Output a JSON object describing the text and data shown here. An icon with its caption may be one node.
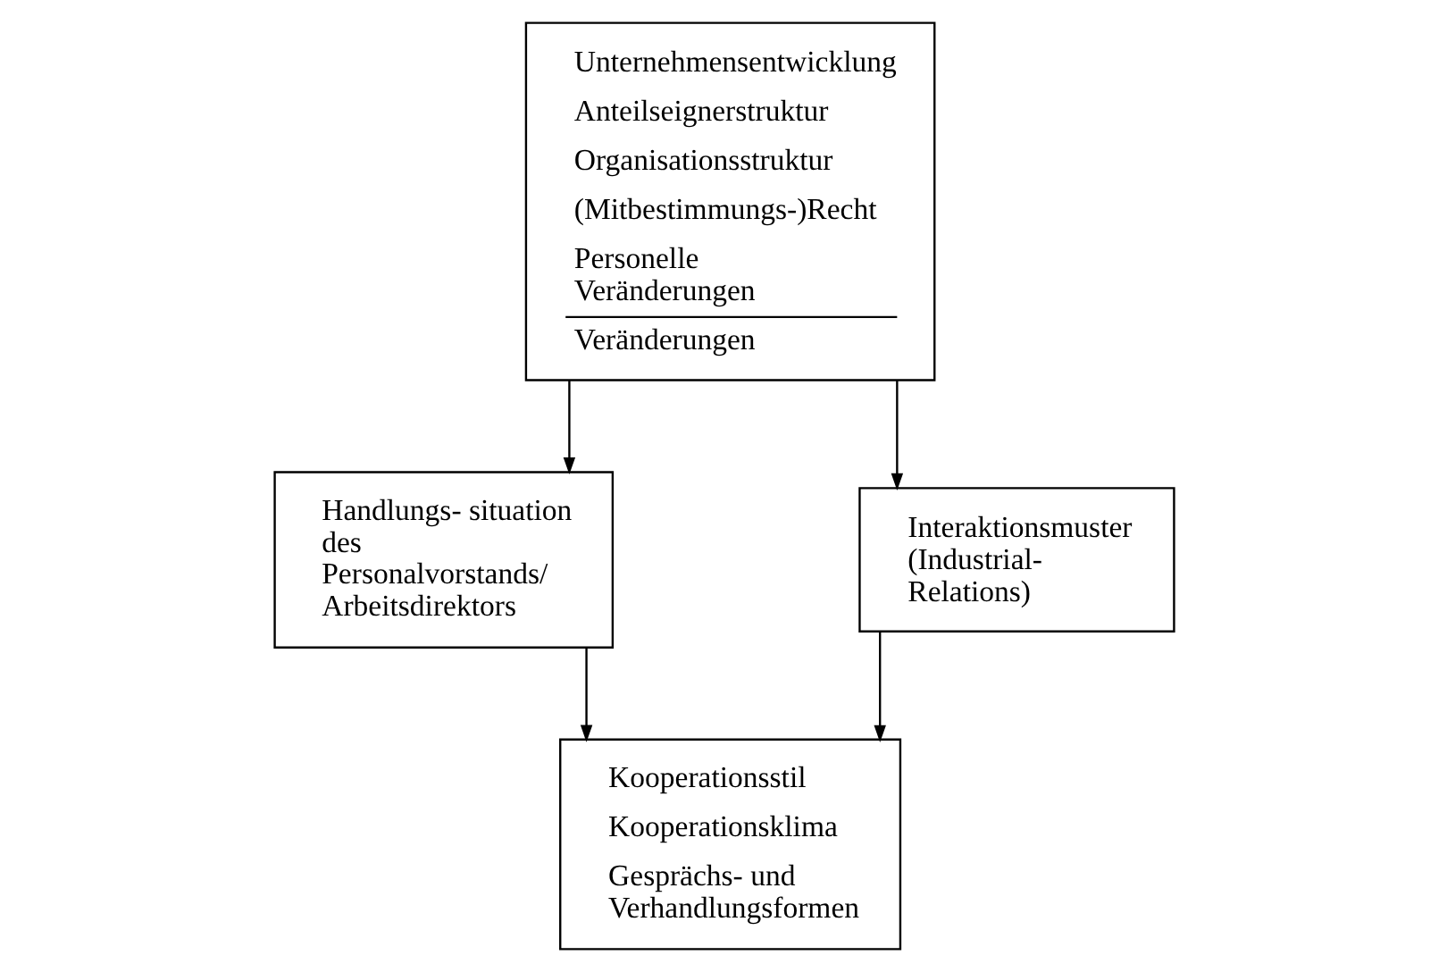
{
  "diagram": {
    "nodes": [
      {
        "text": [
          "Unternehmensentwicklung",
          "Anteilseignerstruktur",
          "Organisationsstruktur",
          "(Mitbestimmungs-)Recht",
          "Personelle Veränderungen",
          "Veränderungen"
        ]
      },
      {
        "text": [
          "Handlungs- situation des Personalvorstands/ Arbeitsdirektors"
        ]
      },
      {
        "text": [
          "Interaktionsmuster (Industrial- Relations)"
        ]
      },
      {
        "text": [
          "Kooperationsstil",
          "Kooperationsklima",
          "Gesprächs- und Verhandlungsformen"
        ]
      }
    ],
    "edges": [
      {
        "from": 0,
        "to": 1,
        "arrow": "to"
      },
      {
        "from": 0,
        "to": 2,
        "arrow": "to"
      },
      {
        "from": 1,
        "to": 3,
        "arrow": "to"
      },
      {
        "from": 2,
        "to": 3,
        "arrow": "to"
      }
    ]
  }
}
